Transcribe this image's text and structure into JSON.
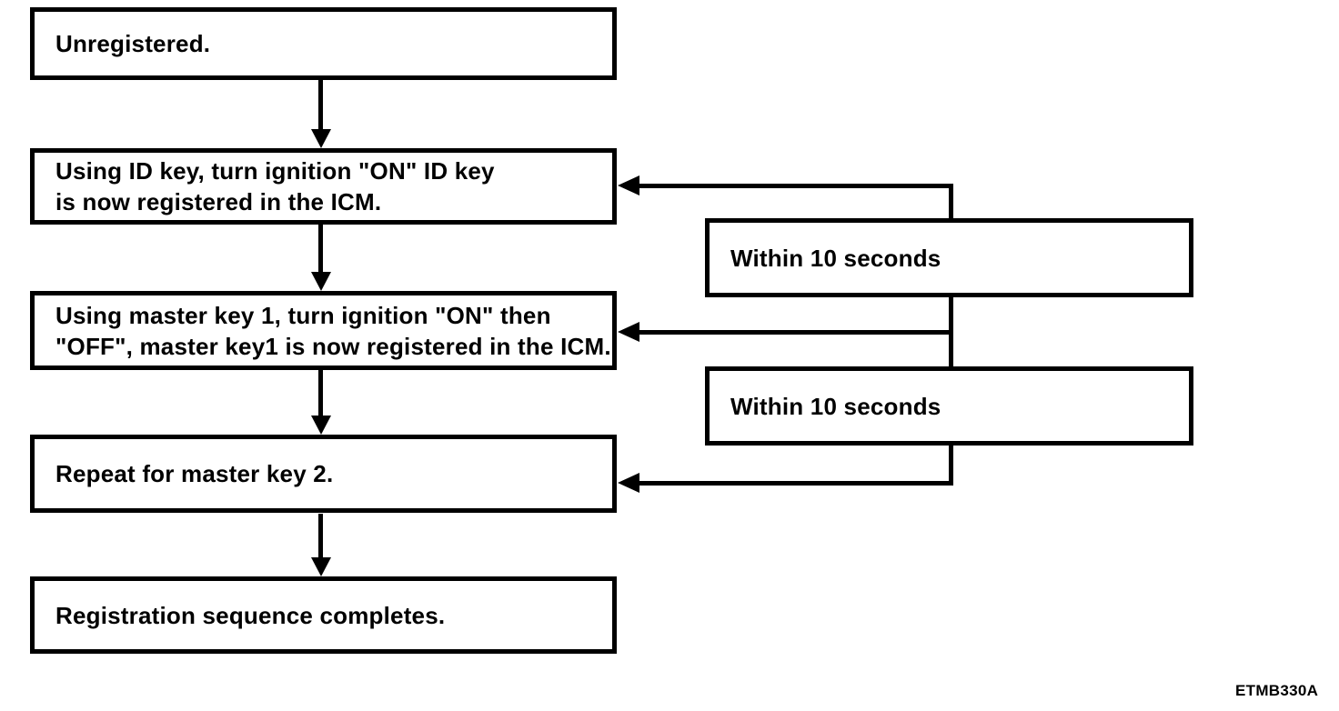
{
  "colors": {
    "ink": "#000000",
    "background": "#ffffff"
  },
  "flowchart": {
    "steps": [
      {
        "lines": [
          "Unregistered."
        ]
      },
      {
        "lines": [
          "Using ID key, turn ignition \"ON\" ID key",
          "is now registered in the ICM."
        ]
      },
      {
        "lines": [
          "Using master key 1, turn ignition \"ON\" then",
          "\"OFF\", master key1 is now registered in the ICM."
        ]
      },
      {
        "lines": [
          "Repeat for master key 2."
        ]
      },
      {
        "lines": [
          "Registration sequence completes."
        ]
      }
    ],
    "timers": [
      {
        "label": "Within 10 seconds"
      },
      {
        "label": "Within 10 seconds"
      }
    ],
    "figure_code": "ETMB330A"
  }
}
